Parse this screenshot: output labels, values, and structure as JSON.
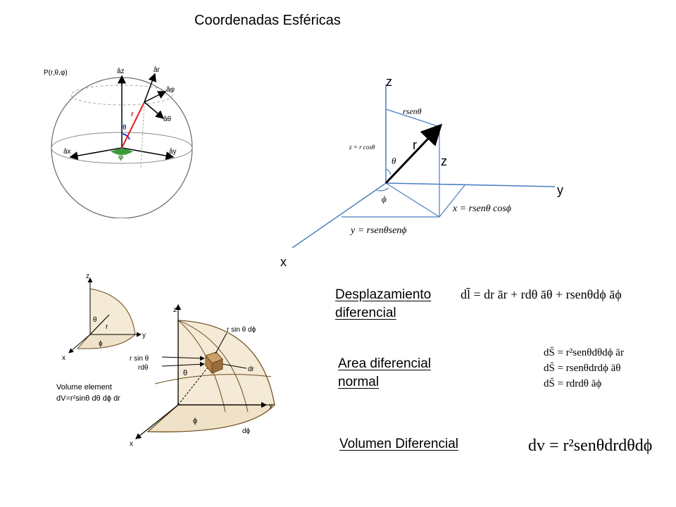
{
  "title": "Coordenadas Esféricas",
  "sphere_figure": {
    "point_label": "P(r,θ,φ)",
    "az": "âz",
    "ar": "âr",
    "aphi": "âφ",
    "atheta": "âθ",
    "ax": "âx",
    "ay": "ây",
    "r": "r",
    "theta": "θ",
    "phi": "φ"
  },
  "axes_figure": {
    "z_axis": "z",
    "y_axis": "y",
    "x_axis": "x",
    "r": "r",
    "z_height": "z",
    "rsen": "rsenθ",
    "zcos": "z = r cosθ",
    "theta": "θ",
    "phi": "ϕ",
    "xeq": "x = rsenθ cosϕ",
    "yeq": "y = rsenθsenϕ"
  },
  "volume_figure": {
    "z": "z",
    "y": "y",
    "x": "x",
    "theta": "θ",
    "phi": "ϕ",
    "r": "r",
    "rsin_dphi": "r sin θ dϕ",
    "rsin": "r sin θ",
    "rdtheta": "rdθ",
    "dr": "dr",
    "dphi": "dϕ",
    "caption_1": "Volume element",
    "caption_2": "dV=r²sinθ dθ dϕ dr"
  },
  "sections": {
    "displacement_1": "Desplazamiento",
    "displacement_2": "diferencial",
    "area_1": "Area diferencial",
    "area_2": "normal",
    "volume": "Volumen Diferencial"
  },
  "formulas": {
    "dl": "dl̄ = dr ār + rdθ āθ + rsenθdϕ āϕ",
    "ds1": "dS̄ = r²senθdθdϕ ār",
    "ds2": "dS̄ = rsenθdrdϕ āθ",
    "ds3": "dS̄ = rdrdθ āϕ",
    "dv": "dv = r²senθdrdθdϕ"
  }
}
